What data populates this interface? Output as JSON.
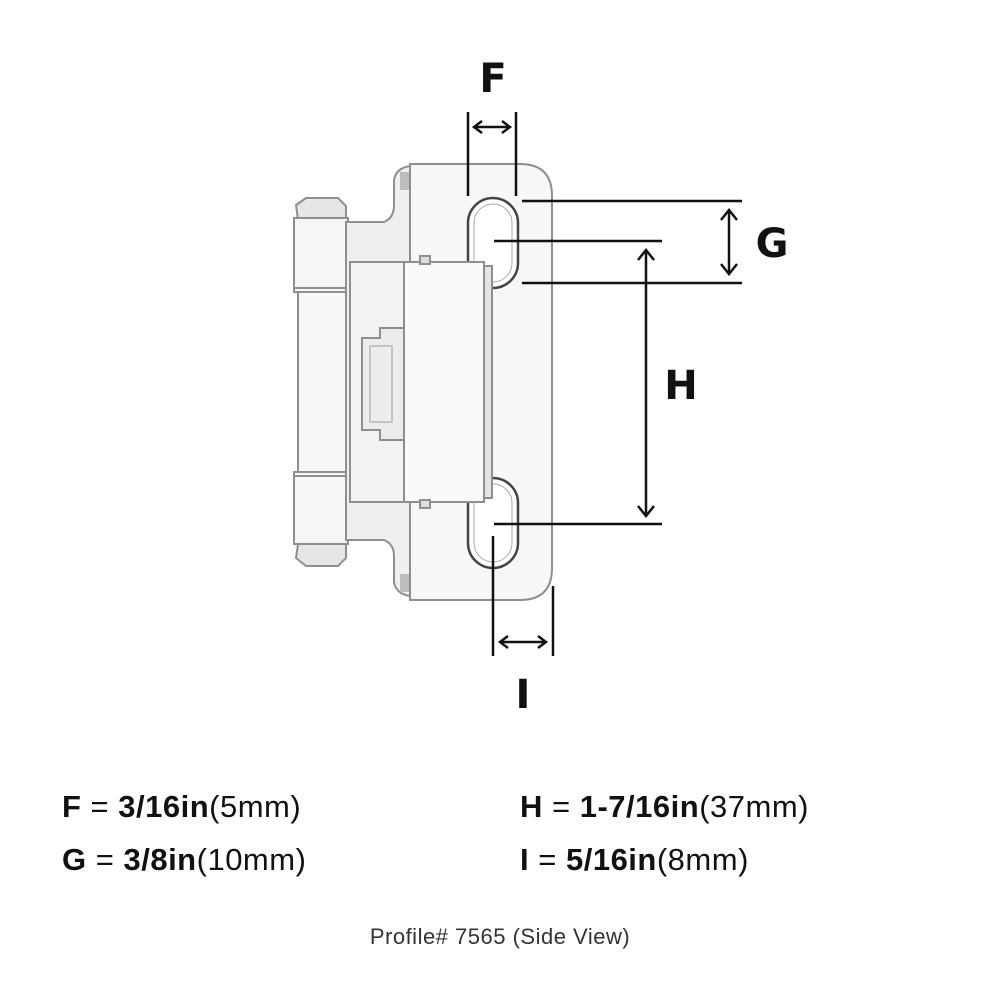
{
  "diagram": {
    "labels": {
      "F": "F",
      "G": "G",
      "H": "H",
      "I": "I"
    }
  },
  "specs": [
    {
      "key": "F",
      "eq": " = ",
      "imperial": "3/16in",
      "metric": "(5mm)"
    },
    {
      "key": "G",
      "eq": " = ",
      "imperial": "3/8in",
      "metric": "(10mm)"
    },
    {
      "key": "H",
      "eq": " = ",
      "imperial": "1-7/16in",
      "metric": "(37mm)"
    },
    {
      "key": "I",
      "eq": " = ",
      "imperial": "5/16in",
      "metric": "(8mm)"
    }
  ],
  "caption": "Profile# 7565 (Side View)",
  "colors": {
    "line": "#111111",
    "metal_fill": "#f4f4f4",
    "metal_shade": "#d9d9d9",
    "metal_edge": "#9a9a9a"
  }
}
